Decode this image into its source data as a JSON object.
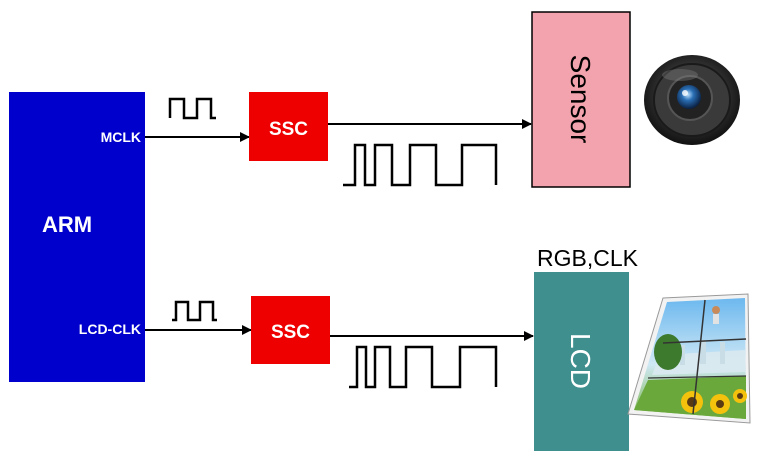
{
  "blocks": {
    "arm": {
      "label": "ARM",
      "color": "#0000cc"
    },
    "ssc_top": {
      "label": "SSC",
      "color": "#ee0000"
    },
    "ssc_bottom": {
      "label": "SSC",
      "color": "#ee0000"
    },
    "sensor": {
      "label": "Sensor",
      "color": "#f3a3ad"
    },
    "lcd": {
      "label": "LCD",
      "color": "#3f8f8f"
    }
  },
  "signals": {
    "mclk": "MCLK",
    "lcd_clk": "LCD-CLK",
    "rgb_clk": "RGB,CLK"
  },
  "images": {
    "camera": "camera-lens-icon",
    "display": "tiled-display-wall-image"
  }
}
